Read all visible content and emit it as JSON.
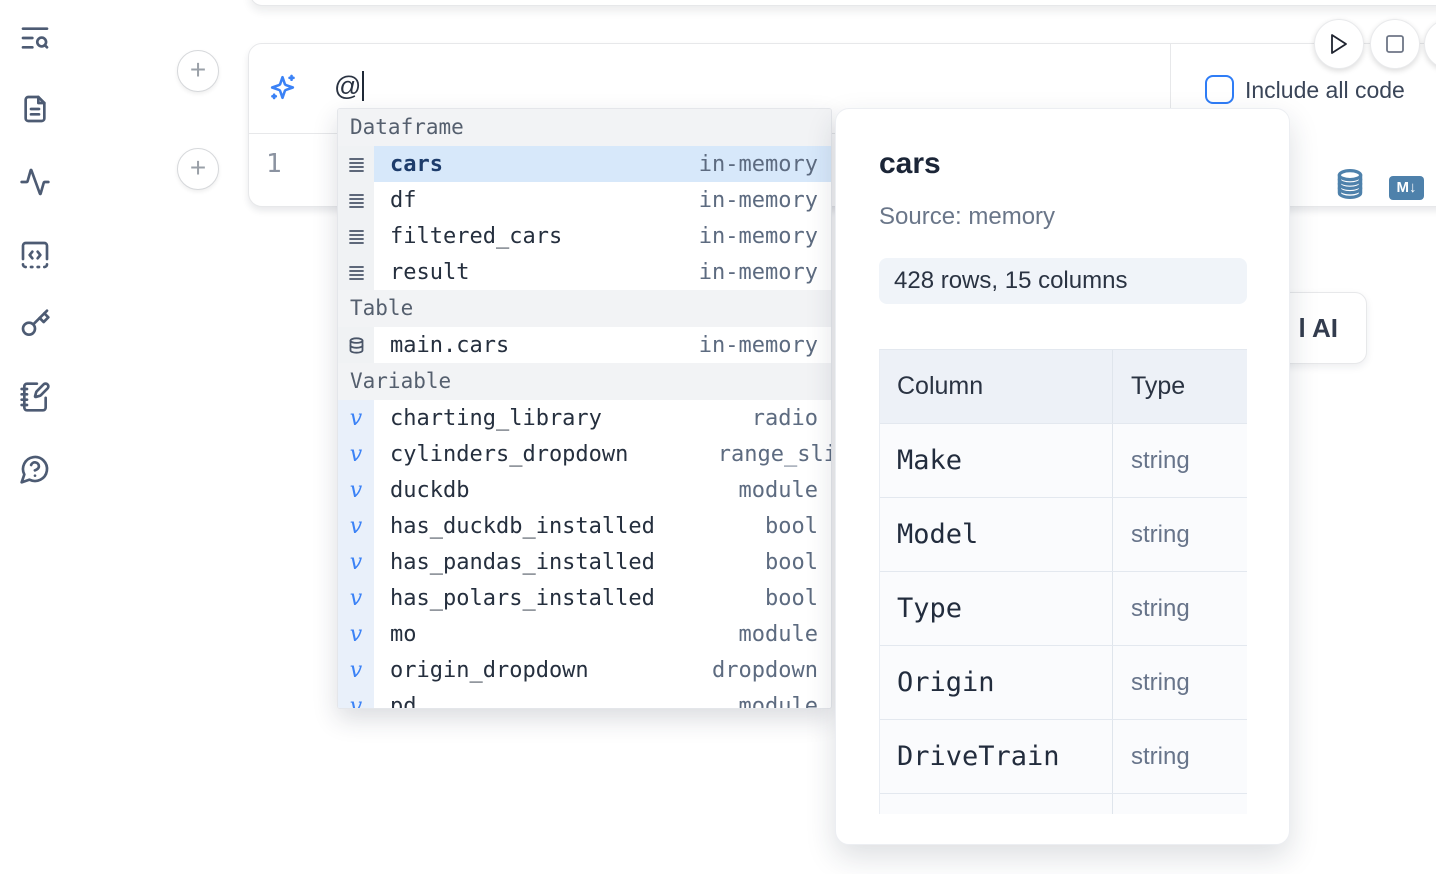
{
  "sidebar": {
    "icons": [
      "text-search-icon",
      "file-text-icon",
      "activity-icon",
      "code-block-icon",
      "key-icon",
      "notebook-pen-icon",
      "help-chat-icon"
    ]
  },
  "cell": {
    "prompt_value": "@",
    "include_all_code_label": "Include all code",
    "line_number": "1",
    "ai_button_fragment": "l AI"
  },
  "autocomplete": {
    "sections": [
      {
        "label": "Dataframe",
        "items": [
          {
            "name": "cars",
            "type": "in-memory"
          },
          {
            "name": "df",
            "type": "in-memory"
          },
          {
            "name": "filtered_cars",
            "type": "in-memory"
          },
          {
            "name": "result",
            "type": "in-memory"
          }
        ]
      },
      {
        "label": "Table",
        "items": [
          {
            "name": "main.cars",
            "type": "in-memory"
          }
        ]
      },
      {
        "label": "Variable",
        "items": [
          {
            "name": "charting_library",
            "type": "radio"
          },
          {
            "name": "cylinders_dropdown",
            "type": "range_sli"
          },
          {
            "name": "duckdb",
            "type": "module"
          },
          {
            "name": "has_duckdb_installed",
            "type": "bool"
          },
          {
            "name": "has_pandas_installed",
            "type": "bool"
          },
          {
            "name": "has_polars_installed",
            "type": "bool"
          },
          {
            "name": "mo",
            "type": "module"
          },
          {
            "name": "origin_dropdown",
            "type": "dropdown"
          },
          {
            "name": "pd",
            "type": "module"
          }
        ]
      }
    ]
  },
  "preview": {
    "title": "cars",
    "source": "Source: memory",
    "shape": "428 rows, 15 columns",
    "table": {
      "headers": [
        "Column",
        "Type"
      ],
      "rows": [
        [
          "Make",
          "string"
        ],
        [
          "Model",
          "string"
        ],
        [
          "Type",
          "string"
        ],
        [
          "Origin",
          "string"
        ],
        [
          "DriveTrain",
          "string"
        ]
      ]
    }
  }
}
